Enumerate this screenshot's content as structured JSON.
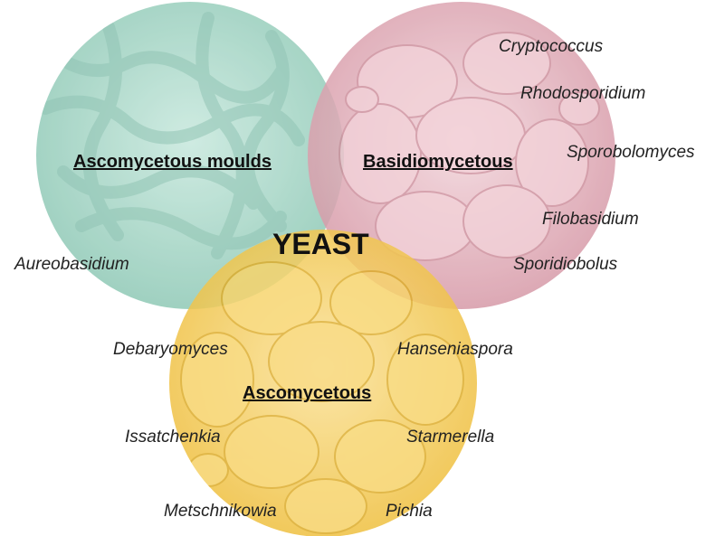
{
  "main_label": "YEAST",
  "groups": {
    "moulds": "Ascomycetous moulds",
    "basidio": "Basidiomycetous ",
    "asco": "Ascomycetous"
  },
  "genera": {
    "cryptococcus": "Cryptococcus",
    "rhodosporidium": "Rhodosporidium",
    "sporobolomyces": "Sporobolomyces",
    "filobasidium": "Filobasidium",
    "sporidiobolus": "Sporidiobolus",
    "aureobasidium": "Aureobasidium",
    "debaryomyces": "Debaryomyces",
    "hanseniaspora": "Hanseniaspora",
    "issatchenkia": "Issatchenkia",
    "starmerella": "Starmerella",
    "metschnikowia": "Metschnikowia",
    "pichia": "Pichia"
  },
  "colors": {
    "moulds_circle": "#a9d8c9",
    "basidio_circle": "#e5b3bd",
    "asco_circle": "#f3cf55"
  }
}
